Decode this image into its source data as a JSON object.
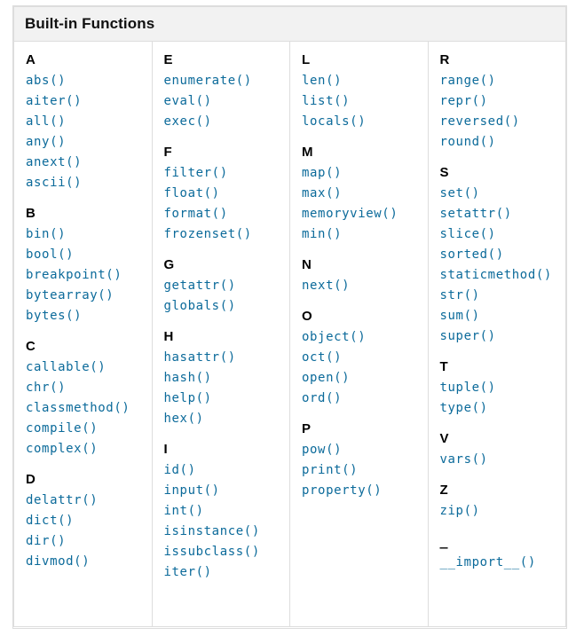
{
  "table": {
    "title": "Built-in Functions",
    "link_color": "#0b6a9a",
    "header_background": "#f2f2f2",
    "border_color": "#dddddd",
    "columns": [
      {
        "groups": [
          {
            "letter": "A",
            "functions": [
              "abs()",
              "aiter()",
              "all()",
              "any()",
              "anext()",
              "ascii()"
            ]
          },
          {
            "letter": "B",
            "functions": [
              "bin()",
              "bool()",
              "breakpoint()",
              "bytearray()",
              "bytes()"
            ]
          },
          {
            "letter": "C",
            "functions": [
              "callable()",
              "chr()",
              "classmethod()",
              "compile()",
              "complex()"
            ]
          },
          {
            "letter": "D",
            "functions": [
              "delattr()",
              "dict()",
              "dir()",
              "divmod()"
            ]
          }
        ]
      },
      {
        "groups": [
          {
            "letter": "E",
            "functions": [
              "enumerate()",
              "eval()",
              "exec()"
            ]
          },
          {
            "letter": "F",
            "functions": [
              "filter()",
              "float()",
              "format()",
              "frozenset()"
            ]
          },
          {
            "letter": "G",
            "functions": [
              "getattr()",
              "globals()"
            ]
          },
          {
            "letter": "H",
            "functions": [
              "hasattr()",
              "hash()",
              "help()",
              "hex()"
            ]
          },
          {
            "letter": "I",
            "functions": [
              "id()",
              "input()",
              "int()",
              "isinstance()",
              "issubclass()",
              "iter()"
            ]
          }
        ]
      },
      {
        "groups": [
          {
            "letter": "L",
            "functions": [
              "len()",
              "list()",
              "locals()"
            ]
          },
          {
            "letter": "M",
            "functions": [
              "map()",
              "max()",
              "memoryview()",
              "min()"
            ]
          },
          {
            "letter": "N",
            "functions": [
              "next()"
            ]
          },
          {
            "letter": "O",
            "functions": [
              "object()",
              "oct()",
              "open()",
              "ord()"
            ]
          },
          {
            "letter": "P",
            "functions": [
              "pow()",
              "print()",
              "property()"
            ]
          }
        ]
      },
      {
        "groups": [
          {
            "letter": "R",
            "functions": [
              "range()",
              "repr()",
              "reversed()",
              "round()"
            ]
          },
          {
            "letter": "S",
            "functions": [
              "set()",
              "setattr()",
              "slice()",
              "sorted()",
              "staticmethod()",
              "str()",
              "sum()",
              "super()"
            ]
          },
          {
            "letter": "T",
            "functions": [
              "tuple()",
              "type()"
            ]
          },
          {
            "letter": "V",
            "functions": [
              "vars()"
            ]
          },
          {
            "letter": "Z",
            "functions": [
              "zip()"
            ]
          },
          {
            "letter": "_",
            "functions": [
              "__import__()"
            ]
          }
        ]
      }
    ]
  }
}
